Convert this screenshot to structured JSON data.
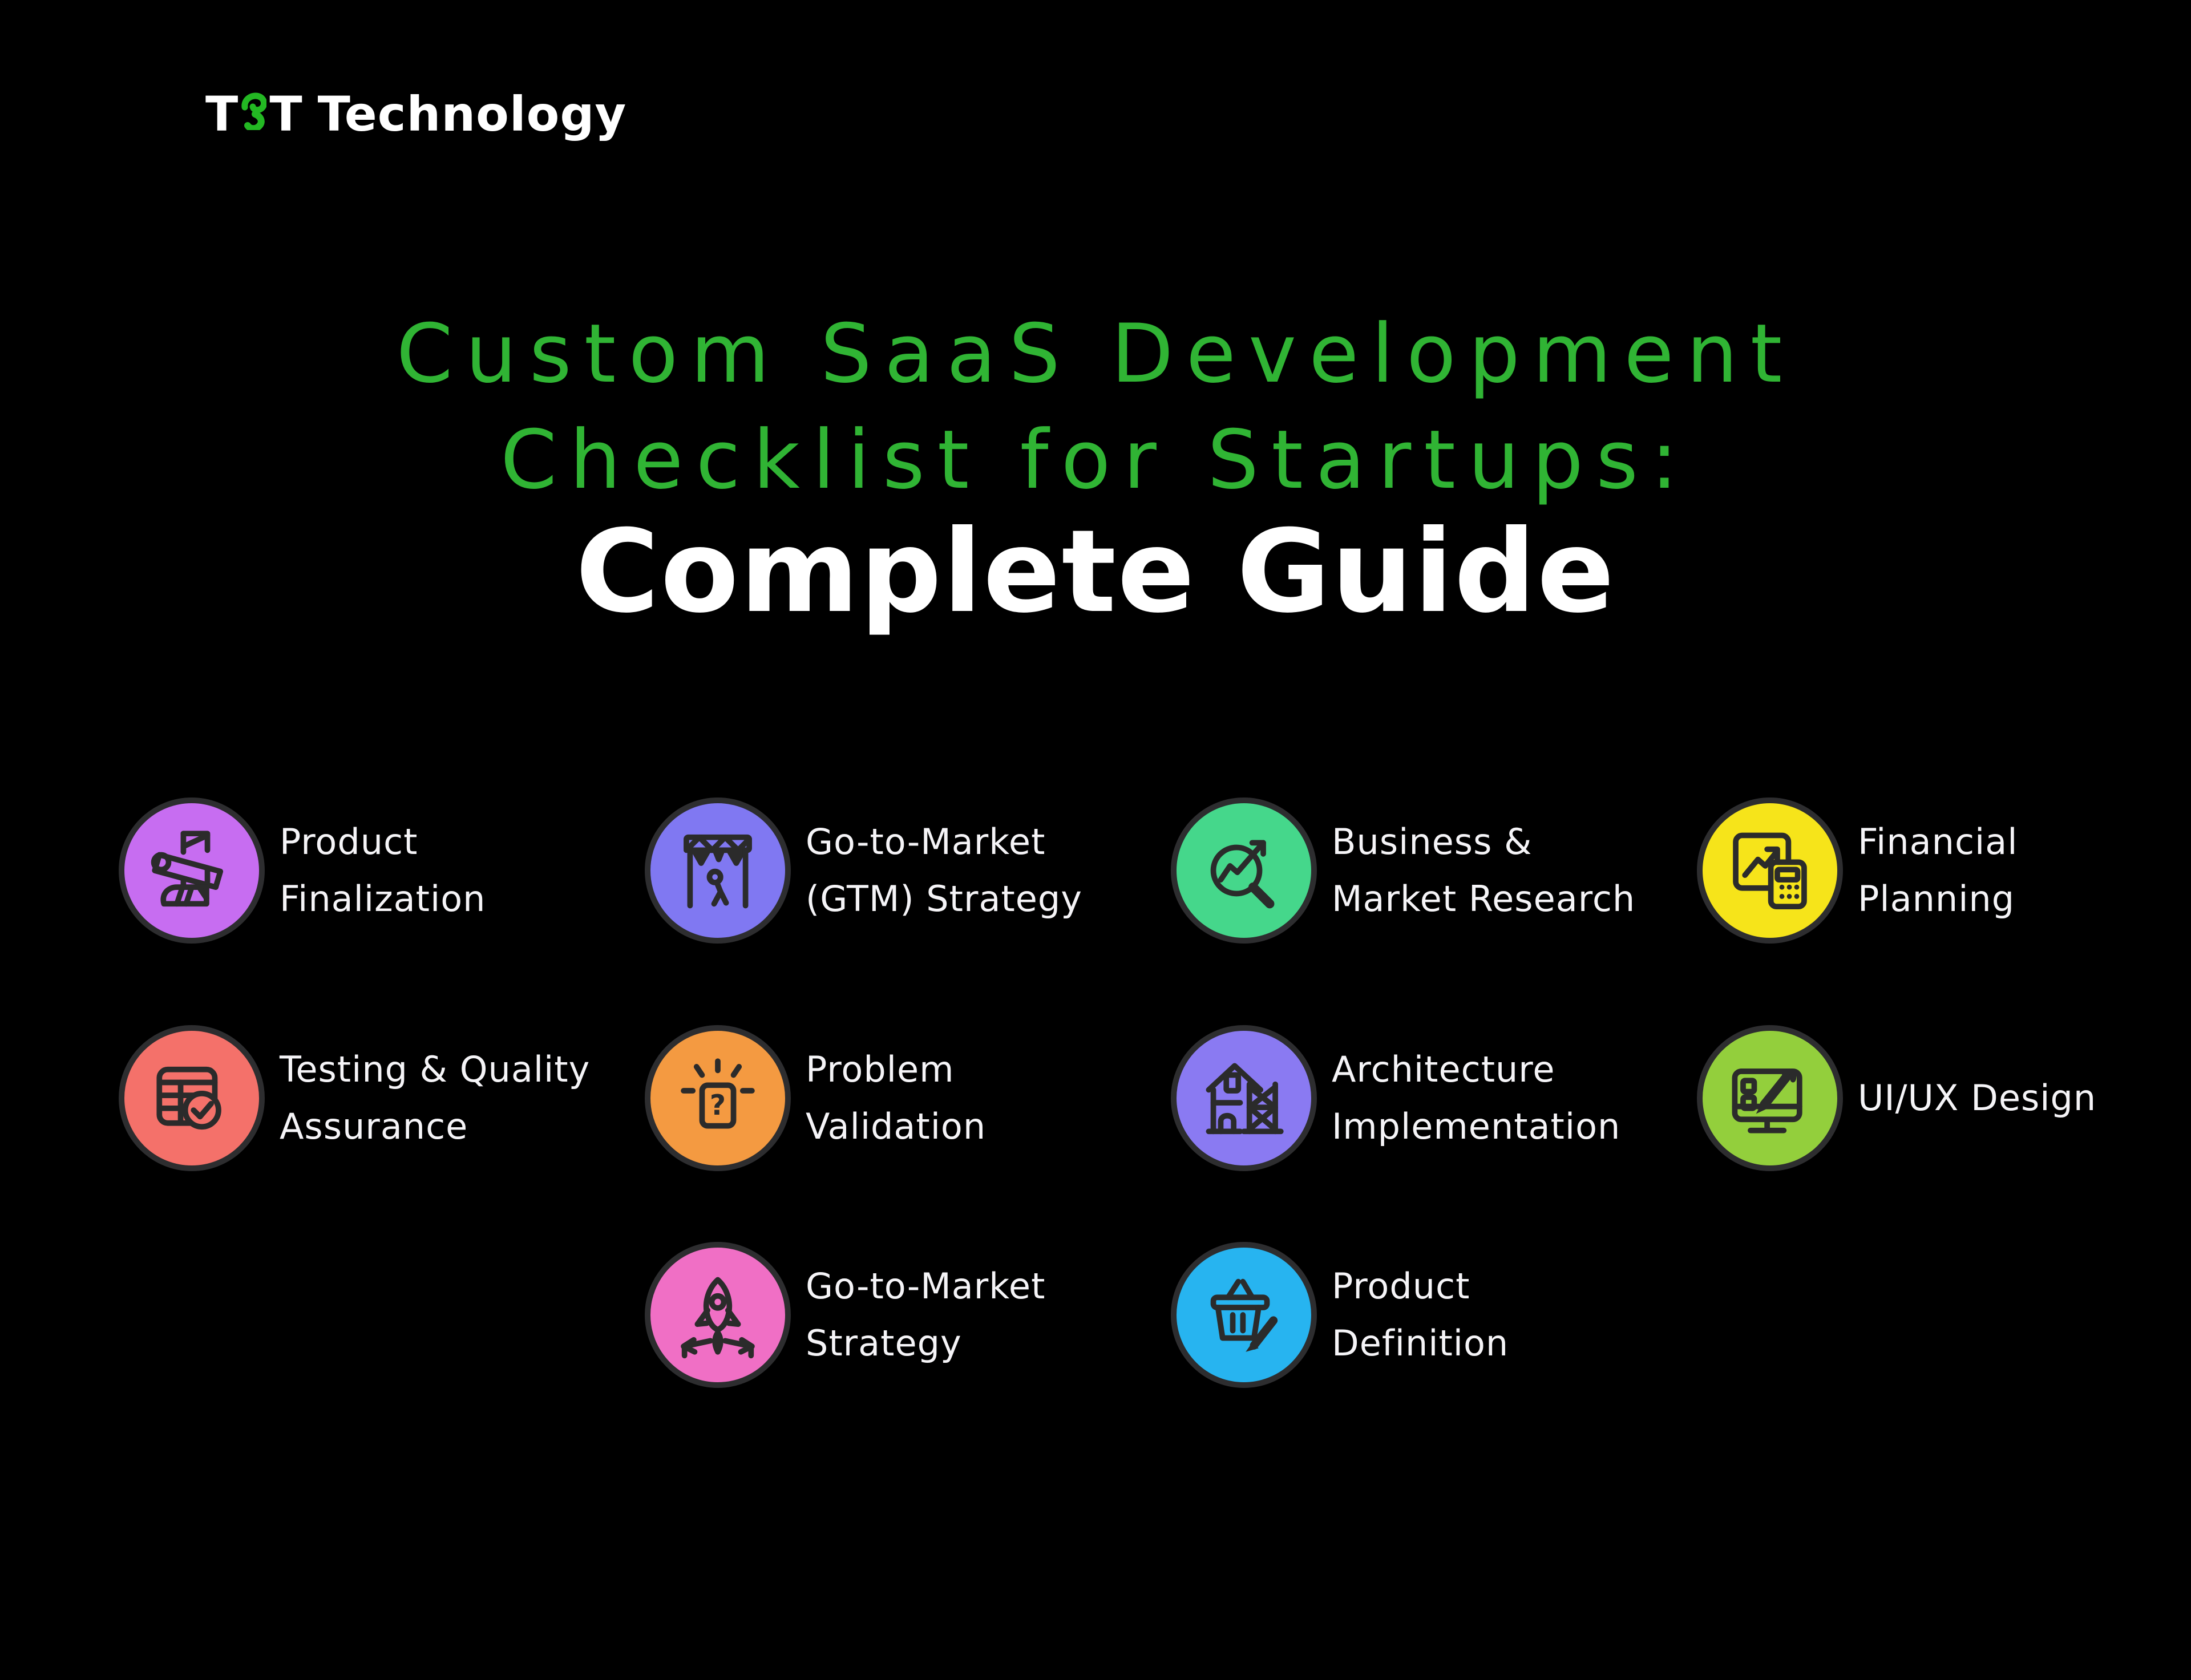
{
  "page": {
    "background": "#000000"
  },
  "logo": {
    "prefix": "T",
    "glyph": "S",
    "suffix": "T",
    "word": "Technology",
    "glyph_color": "#23b823",
    "text_color": "#ffffff"
  },
  "title": {
    "line1": "Custom SaaS Development",
    "line2": "Checklist for Startups:",
    "line3": "Complete Guide",
    "accent_color": "#30b434",
    "line3_color": "#ffffff"
  },
  "style": {
    "ring_color": "#2d2d2f",
    "icon_stroke": "#2b2b2b",
    "label_color": "#f5f4f7"
  },
  "items": [
    {
      "label_lines": [
        "Product",
        "Finalization"
      ],
      "color": "#c76df1",
      "icon": "product-finalization-icon",
      "row": 0,
      "col": 0
    },
    {
      "label_lines": [
        "Go-to-Market",
        "(GTM) Strategy"
      ],
      "color": "#8078f2",
      "icon": "market-stall-icon",
      "row": 0,
      "col": 1
    },
    {
      "label_lines": [
        "Business &",
        "Market Research"
      ],
      "color": "#45d78b",
      "icon": "magnifier-trend-icon",
      "row": 0,
      "col": 2
    },
    {
      "label_lines": [
        "Financial",
        "Planning"
      ],
      "color": "#f6e41a",
      "icon": "chart-calculator-icon",
      "row": 0,
      "col": 3
    },
    {
      "label_lines": [
        "Testing & Quality",
        "Assurance"
      ],
      "color": "#f4716a",
      "icon": "table-check-icon",
      "row": 1,
      "col": 0
    },
    {
      "label_lines": [
        "Problem",
        "Validation"
      ],
      "color": "#f49a41",
      "icon": "question-card-icon",
      "row": 1,
      "col": 1
    },
    {
      "label_lines": [
        "Architecture",
        "Implementation"
      ],
      "color": "#8a7af2",
      "icon": "house-scaffold-icon",
      "row": 1,
      "col": 2
    },
    {
      "label_lines": [
        "UI/UX Design"
      ],
      "color": "#93cf3c",
      "icon": "monitor-pencil-icon",
      "row": 1,
      "col": 3
    },
    {
      "label_lines": [
        "Go-to-Market",
        "Strategy"
      ],
      "color": "#f06fc5",
      "icon": "rocket-launch-icon",
      "row": 2,
      "col": 1
    },
    {
      "label_lines": [
        "Product",
        "Definition"
      ],
      "color": "#27b4f0",
      "icon": "basket-pencil-icon",
      "row": 2,
      "col": 2
    }
  ]
}
